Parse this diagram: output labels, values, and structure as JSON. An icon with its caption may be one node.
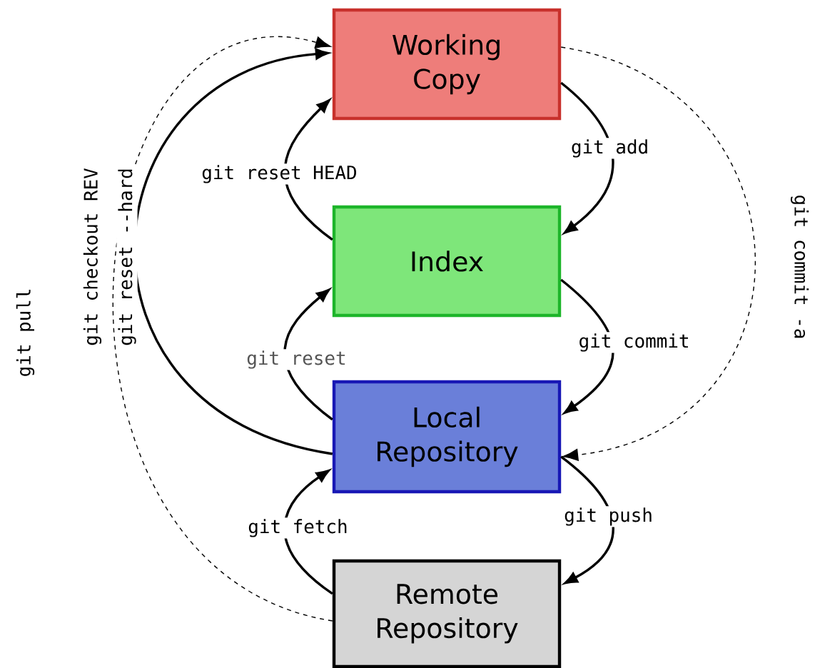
{
  "diagram": {
    "nodes": [
      {
        "text": [
          "Working Copy"
        ]
      },
      {
        "text": [
          "Index"
        ]
      },
      {
        "text": [
          "Local Repository"
        ]
      },
      {
        "text": [
          "Remote Repository"
        ]
      }
    ],
    "edges": [
      {
        "from": 0,
        "to": 1,
        "arrow": "to",
        "label": "git add"
      },
      {
        "from": 1,
        "to": 0,
        "arrow": "to",
        "label": "git reset HEAD"
      },
      {
        "from": 1,
        "to": 2,
        "arrow": "to",
        "label": "git commit"
      },
      {
        "from": 2,
        "to": 1,
        "arrow": "to",
        "label": "git reset"
      },
      {
        "from": 2,
        "to": 0,
        "arrow": "to",
        "label": "git checkout REV"
      },
      {
        "from": 0,
        "to": 2,
        "arrow": "to",
        "label": "git commit -a",
        "style": "dashed"
      },
      {
        "from": 2,
        "to": 3,
        "arrow": "to",
        "label": "git push"
      },
      {
        "from": 3,
        "to": 2,
        "arrow": "to",
        "label": "git fetch"
      },
      {
        "from": 3,
        "to": 0,
        "arrow": "to",
        "label": "git pull",
        "style": "dashed"
      }
    ],
    "labels": [
      "git reset --hard"
    ]
  }
}
